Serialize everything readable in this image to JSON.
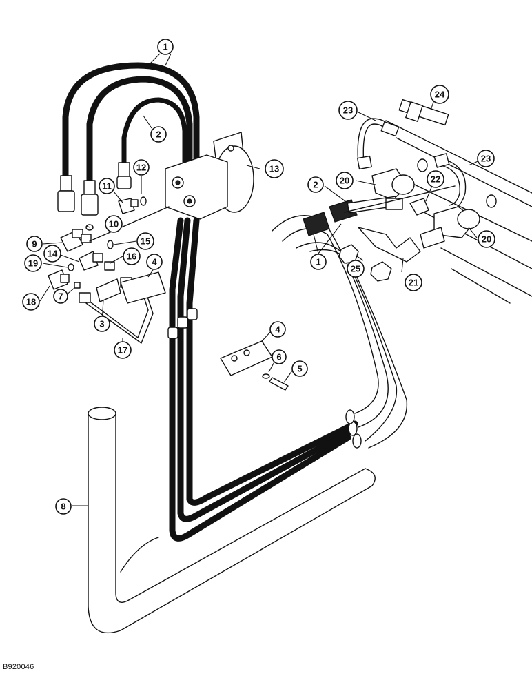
{
  "document_code": "B920046",
  "callouts": [
    {
      "label": "1"
    },
    {
      "label": "2"
    },
    {
      "label": "13"
    },
    {
      "label": "12"
    },
    {
      "label": "11"
    },
    {
      "label": "10"
    },
    {
      "label": "9"
    },
    {
      "label": "15"
    },
    {
      "label": "14"
    },
    {
      "label": "19"
    },
    {
      "label": "16"
    },
    {
      "label": "4"
    },
    {
      "label": "18"
    },
    {
      "label": "7"
    },
    {
      "label": "3"
    },
    {
      "label": "17"
    },
    {
      "label": "4"
    },
    {
      "label": "6"
    },
    {
      "label": "5"
    },
    {
      "label": "8"
    },
    {
      "label": "23"
    },
    {
      "label": "24"
    },
    {
      "label": "23"
    },
    {
      "label": "2"
    },
    {
      "label": "20"
    },
    {
      "label": "22"
    },
    {
      "label": "20"
    },
    {
      "label": "1"
    },
    {
      "label": "25"
    },
    {
      "label": "21"
    }
  ]
}
